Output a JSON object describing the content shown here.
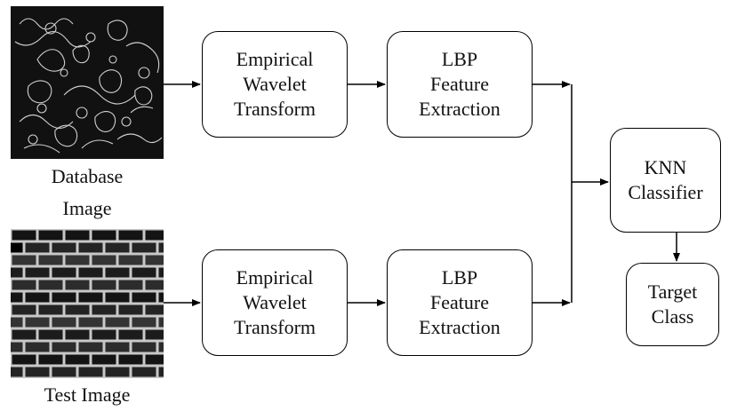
{
  "images": {
    "database": {
      "caption_line1": "Database",
      "caption_line2": "Image"
    },
    "test": {
      "caption": "Test Image"
    }
  },
  "top_row": {
    "ewt": [
      "Empirical",
      "Wavelet",
      "Transform"
    ],
    "lbp": [
      "LBP",
      "Feature",
      "Extraction"
    ]
  },
  "bottom_row": {
    "ewt": [
      "Empirical",
      "Wavelet",
      "Transform"
    ],
    "lbp": [
      "LBP",
      "Feature",
      "Extraction"
    ]
  },
  "classifier": [
    "KNN",
    "Classifier"
  ],
  "target": [
    "Target",
    "Class"
  ]
}
